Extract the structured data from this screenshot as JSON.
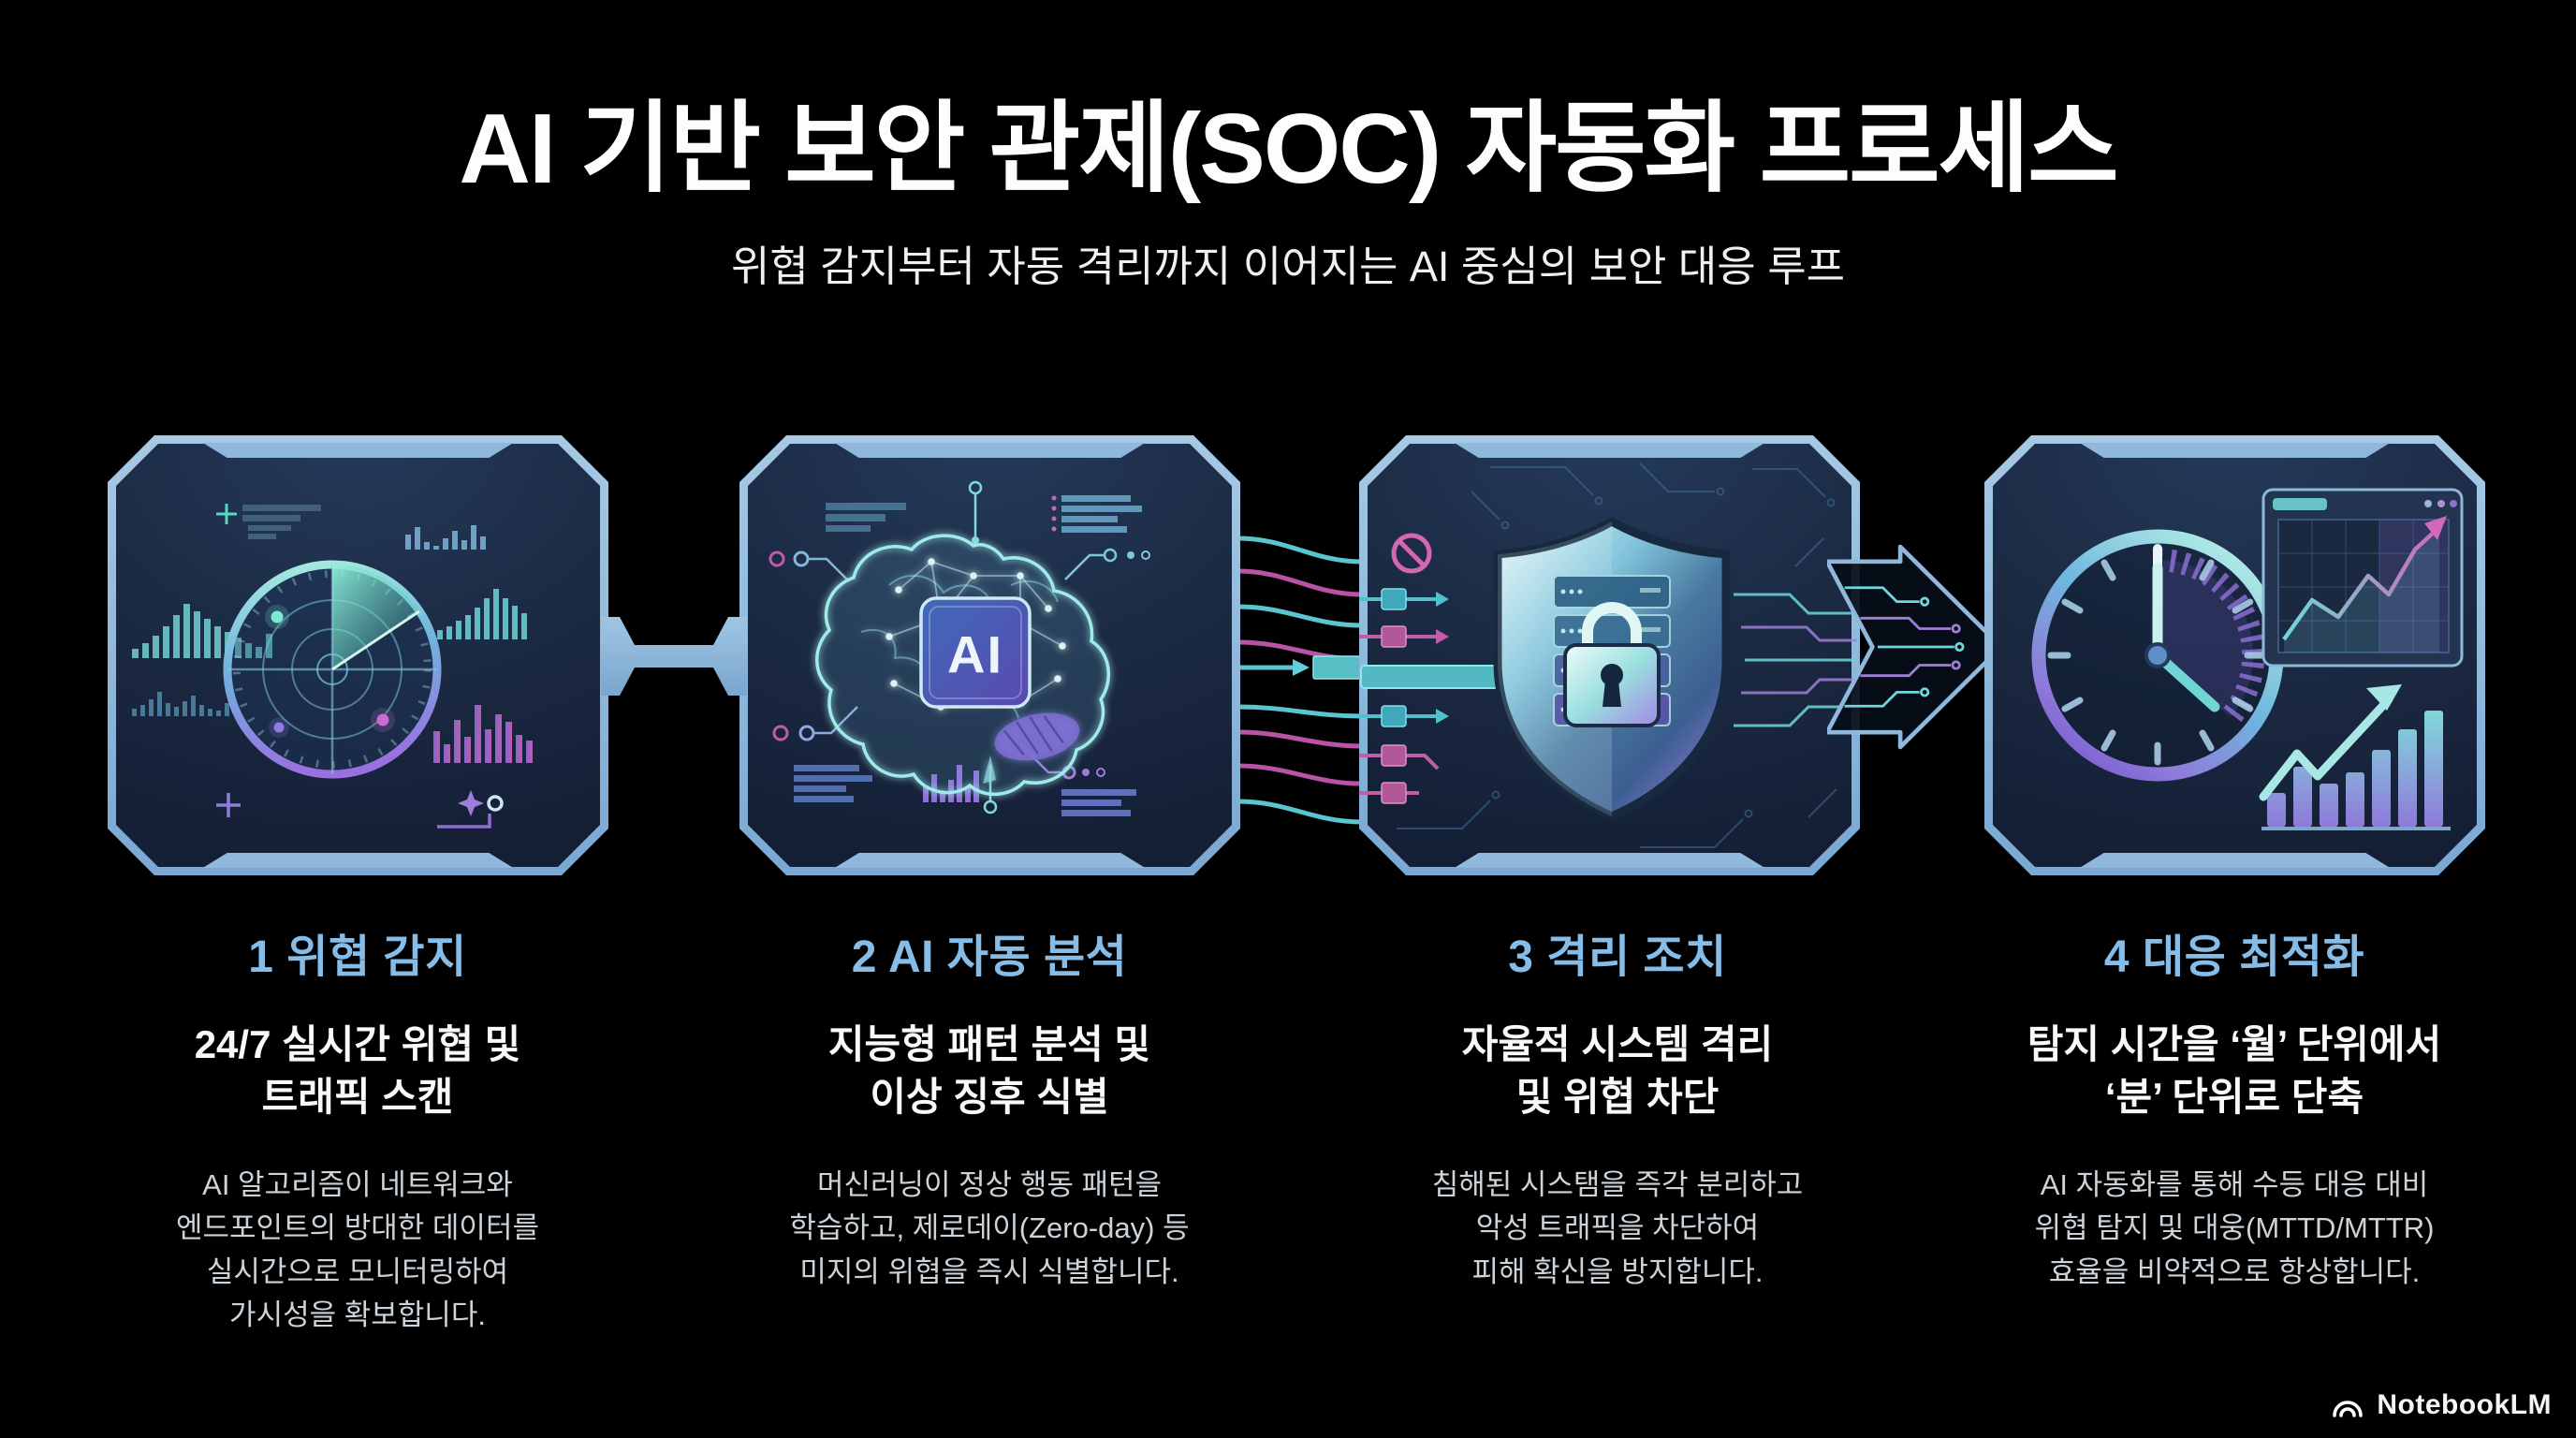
{
  "header": {
    "title": "AI 기반 보안 관제(SOC) 자동화 프로세스",
    "subtitle": "위협 감지부터 자동 격리까지 이어지는 AI 중심의 보안 대응 루프"
  },
  "steps": [
    {
      "num": "1",
      "title": "위협 감지",
      "subtitle": [
        "24/7 실시간 위협 및",
        "트래픽 스캔"
      ],
      "desc": [
        "AI 알고리즘이 네트워크와",
        "엔드포인트의 방대한 데이터를",
        "실시간으로 모니터링하여",
        "가시성을 확보합니다."
      ],
      "icon": "radar-scan"
    },
    {
      "num": "2",
      "title": "AI 자동 분석",
      "subtitle": [
        "지능형 패턴 분석 및",
        "이상 징후 식별"
      ],
      "desc": [
        "머신러닝이 정상 행동 패턴을",
        "학습하고, 제로데이(Zero-day) 등",
        "미지의 위협을 즉시 식별합니다."
      ],
      "icon": "ai-brain-chip"
    },
    {
      "num": "3",
      "title": "격리 조치",
      "subtitle": [
        "자율적 시스템 격리",
        "및 위협 차단"
      ],
      "desc": [
        "침해된 시스탬을 즉각 분리하고",
        "악성 트래픽을 차단하여",
        "피해 확신을 방지합니다."
      ],
      "icon": "shield-lock"
    },
    {
      "num": "4",
      "title": "대응 최적화",
      "subtitle": [
        "탐지 시간을 ‘월’ 단위에서",
        "‘분’ 단위로 단축"
      ],
      "desc": [
        "AI 자동화를 통해 수등 대응 대비",
        "위협 탐지 및 대웅(MTTD/MTTR)",
        "효율을 비약적으로 항상합니다."
      ],
      "icon": "clock-metrics"
    }
  ],
  "icons": {
    "ai_chip_label": "AI"
  },
  "footer": {
    "brand": "NotebookLM"
  },
  "colors": {
    "background": "#000000",
    "frame_blue": "#8ab6dc",
    "card_bg": "#1b2940",
    "step_title_blue": "#85bce8",
    "teal_accent": "#5fd6cf",
    "magenta_accent": "#c35fae",
    "purple_accent": "#8f7ce0",
    "text_primary": "#f6f8fa",
    "text_body": "#ced4da"
  }
}
